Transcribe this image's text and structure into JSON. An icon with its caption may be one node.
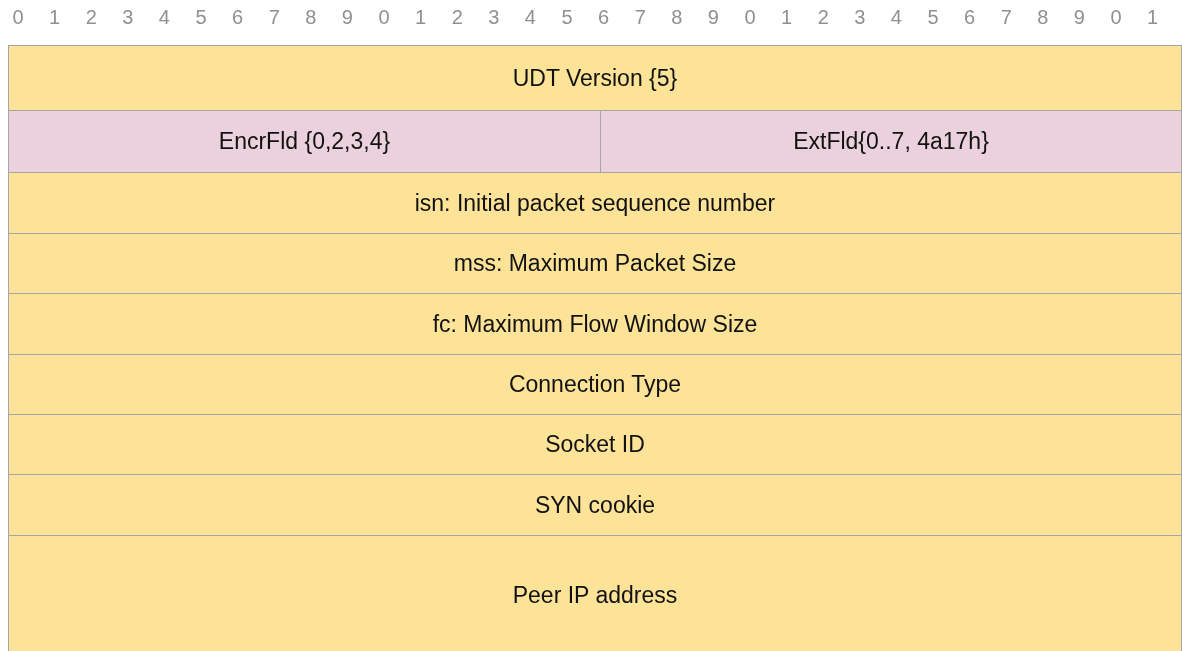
{
  "diagram": {
    "nodes": [
      {
        "text": [
          "UDT Version {5}"
        ]
      },
      {
        "text": [
          "EncrFld {0,2,3,4}"
        ]
      },
      {
        "text": [
          "ExtFld{0..7, 4a17h}"
        ]
      },
      {
        "text": [
          "isn: Initial packet sequence number"
        ]
      },
      {
        "text": [
          "mss: Maximum Packet Size"
        ]
      },
      {
        "text": [
          "fc: Maximum Flow Window Size"
        ]
      },
      {
        "text": [
          "Connection Type"
        ]
      },
      {
        "text": [
          "Socket ID"
        ]
      },
      {
        "text": [
          "SYN cookie"
        ]
      },
      {
        "text": [
          "Peer IP address"
        ]
      }
    ],
    "labels": [
      "0",
      "1",
      "2",
      "3",
      "4",
      "5",
      "6",
      "7",
      "8",
      "9",
      "0",
      "1",
      "2",
      "3",
      "4",
      "5",
      "6",
      "7",
      "8",
      "9",
      "0",
      "1",
      "2",
      "3",
      "4",
      "5",
      "6",
      "7",
      "8",
      "9",
      "0",
      "1"
    ]
  }
}
